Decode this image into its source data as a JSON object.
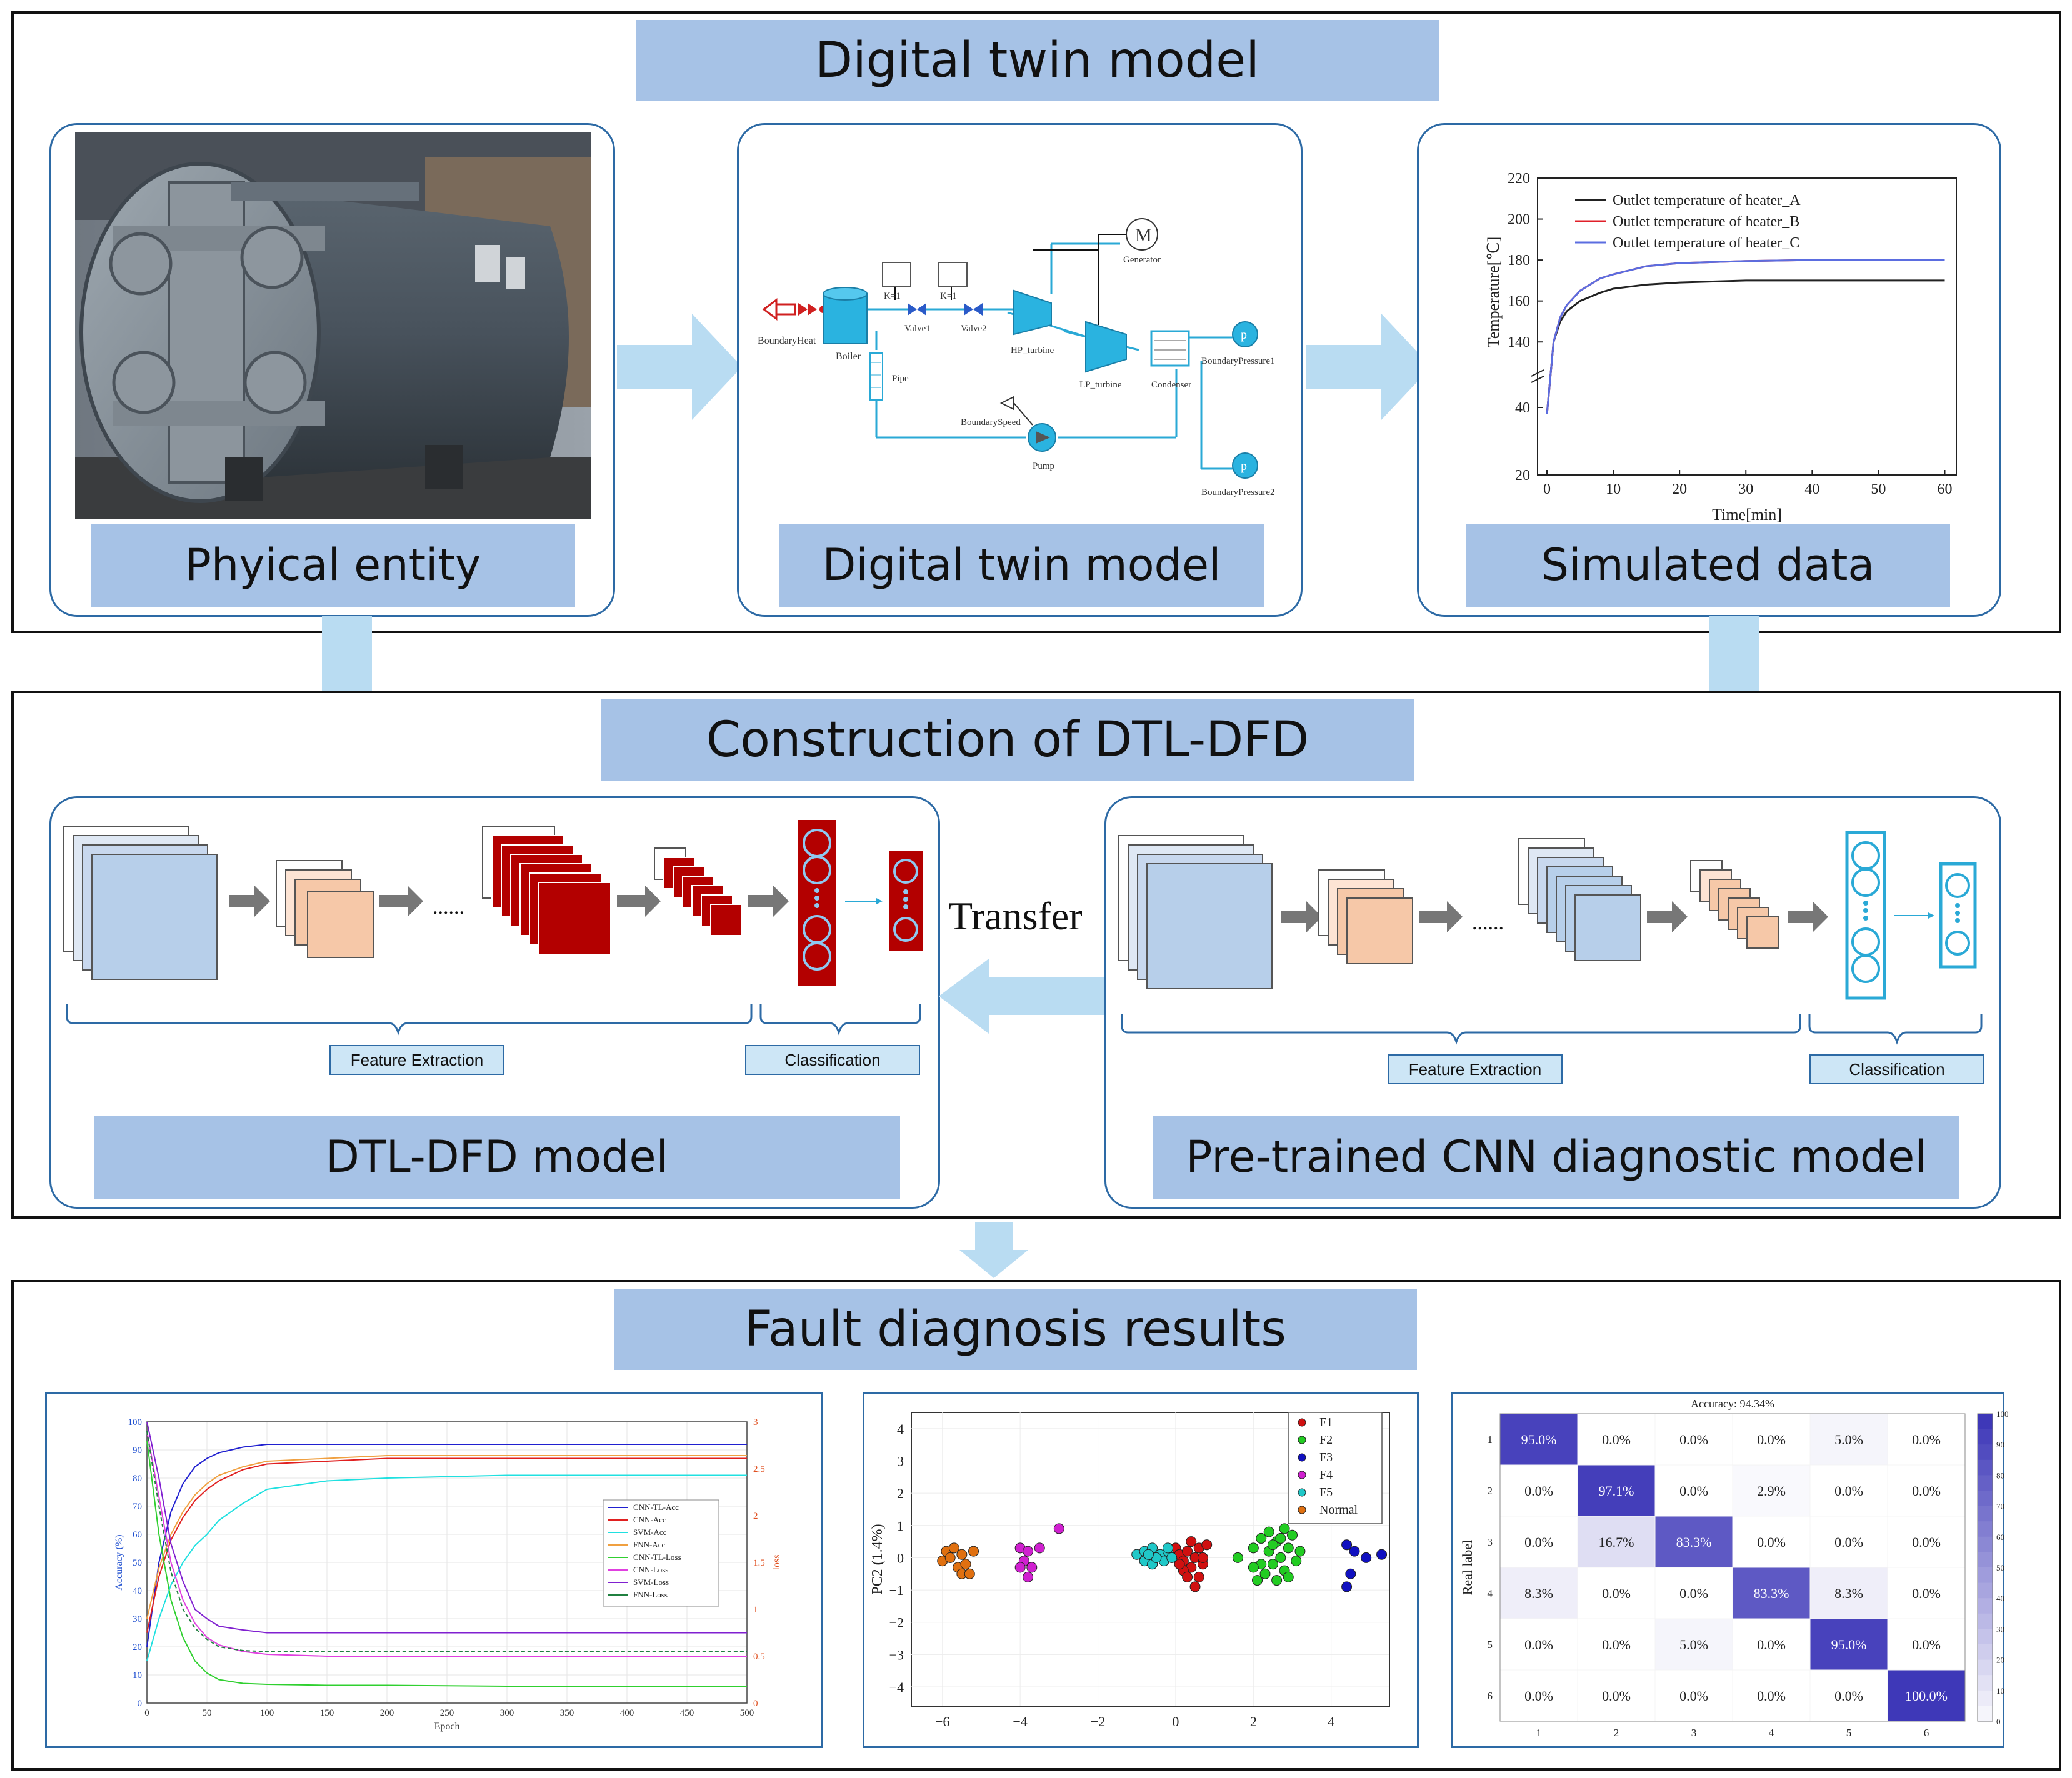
{
  "top": {
    "title": "Digital twin model",
    "cards": {
      "physical": {
        "label": "Phyical entity"
      },
      "model": {
        "label": "Digital twin model",
        "components": {
          "boundary_heat": "BoundaryHeat",
          "boiler": "Boiler",
          "valve1": "Valve1",
          "valve2": "Valve2",
          "k1a": "K=1",
          "k1b": "K=1",
          "hp_turbine": "HP_turbine",
          "lp_turbine": "LP_turbine",
          "generator": "Generator",
          "generator_symbol": "M",
          "pipe": "Pipe",
          "condenser": "Condenser",
          "pump": "Pump",
          "boundary_speed": "BoundarySpeed",
          "boundary_pressure1": "BoundaryPressure1",
          "boundary_pressure2": "BoundaryPressure2",
          "p_symbol": "p"
        }
      },
      "simulated": {
        "label": "Simulated data"
      }
    }
  },
  "middle": {
    "title": "Construction of DTL-DFD",
    "transfer": "Transfer",
    "left": {
      "label": "DTL-DFD model",
      "feature": "Feature Extraction",
      "classification": "Classification",
      "dots": "......"
    },
    "right": {
      "label": "Pre-trained CNN diagnostic model",
      "feature": "Feature Extraction",
      "classification": "Classification",
      "dots": "......"
    }
  },
  "bottom": {
    "title": "Fault diagnosis results"
  },
  "colors": {
    "banner": "#a6c2e6",
    "card_border": "#2d6aa5",
    "arrow": "#b9dcf2",
    "dark_red": "#b30000",
    "peach": "#f6c8a8",
    "light_blue": "#b7cfea",
    "cyan": "#2aa9d6"
  },
  "chart_data": [
    {
      "type": "line",
      "xlabel": "Time[min]",
      "ylabel": "Temperature[℃]",
      "x_ticks": [
        "0",
        "10",
        "20",
        "30",
        "40",
        "50",
        "60"
      ],
      "y_ticks": [
        "20",
        "40",
        "140",
        "160",
        "180",
        "200",
        "220"
      ],
      "xlim": [
        0,
        60
      ],
      "series": [
        {
          "name": "Outlet temperature of heater_A",
          "color": "#222222",
          "x": [
            0,
            1,
            2,
            3,
            5,
            8,
            10,
            15,
            20,
            30,
            40,
            50,
            60
          ],
          "y": [
            38,
            140,
            150,
            155,
            160,
            164,
            166,
            168,
            169,
            170,
            170,
            170,
            170
          ]
        },
        {
          "name": "Outlet temperature of heater_B",
          "color": "#e0202a",
          "x": [
            0,
            1,
            2,
            3,
            5,
            8,
            10,
            15,
            20,
            30,
            40,
            50,
            60
          ],
          "y": [
            38,
            140,
            152,
            158,
            165,
            171,
            173,
            177,
            178.5,
            179.5,
            180,
            180,
            180
          ]
        },
        {
          "name": "Outlet temperature of heater_C",
          "color": "#5b6de0",
          "x": [
            0,
            1,
            2,
            3,
            5,
            8,
            10,
            15,
            20,
            30,
            40,
            50,
            60
          ],
          "y": [
            38,
            140,
            152,
            158,
            165,
            171,
            173,
            177,
            178.5,
            179.5,
            180,
            180,
            180
          ]
        }
      ]
    },
    {
      "type": "line",
      "xlabel": "Epoch",
      "ylabel": "Accuracy (%)",
      "y2label": "loss",
      "x_ticks": [
        "0",
        "50",
        "100",
        "150",
        "200",
        "250",
        "300",
        "350",
        "400",
        "450",
        "500"
      ],
      "y_ticks": [
        "0",
        "10",
        "20",
        "30",
        "40",
        "50",
        "60",
        "70",
        "80",
        "90",
        "100"
      ],
      "y2_ticks": [
        "0",
        "0.5",
        "1",
        "1.5",
        "2",
        "2.5",
        "3"
      ],
      "xlim": [
        0,
        500
      ],
      "ylim": [
        0,
        100
      ],
      "y2lim": [
        0,
        3
      ],
      "series": [
        {
          "name": "CNN-TL-Acc",
          "color": "#2020d0",
          "axis": "left",
          "x": [
            0,
            10,
            20,
            30,
            40,
            50,
            60,
            80,
            100,
            150,
            200,
            300,
            400,
            500
          ],
          "y": [
            20,
            50,
            68,
            78,
            84,
            87,
            89,
            91,
            92,
            92,
            92,
            92,
            92,
            92
          ]
        },
        {
          "name": "CNN-Acc",
          "color": "#e02020",
          "axis": "left",
          "x": [
            0,
            10,
            20,
            30,
            40,
            50,
            60,
            80,
            100,
            150,
            200,
            300,
            400,
            500
          ],
          "y": [
            25,
            45,
            58,
            66,
            72,
            76,
            79,
            83,
            85,
            86,
            87,
            87,
            87,
            87
          ]
        },
        {
          "name": "SVM-Acc",
          "color": "#20e0e0",
          "axis": "left",
          "x": [
            0,
            10,
            20,
            30,
            40,
            50,
            60,
            80,
            100,
            150,
            200,
            300,
            400,
            500
          ],
          "y": [
            15,
            30,
            42,
            50,
            56,
            60,
            65,
            71,
            76,
            79,
            80,
            81,
            81,
            81
          ]
        },
        {
          "name": "FNN-Acc",
          "color": "#f0a040",
          "axis": "left",
          "x": [
            0,
            10,
            20,
            30,
            40,
            50,
            60,
            80,
            100,
            150,
            200,
            300,
            400,
            500
          ],
          "y": [
            30,
            48,
            60,
            68,
            74,
            78,
            81,
            84,
            86,
            87,
            88,
            88,
            88,
            88
          ]
        },
        {
          "name": "CNN-TL-Loss",
          "color": "#30d030",
          "axis": "right",
          "x": [
            0,
            10,
            20,
            30,
            40,
            50,
            60,
            80,
            100,
            150,
            200,
            300,
            400,
            500
          ],
          "y": [
            2.8,
            1.8,
            1.1,
            0.7,
            0.45,
            0.32,
            0.25,
            0.21,
            0.2,
            0.19,
            0.19,
            0.18,
            0.18,
            0.18
          ]
        },
        {
          "name": "CNN-Loss",
          "color": "#e040e0",
          "axis": "right",
          "x": [
            0,
            10,
            20,
            30,
            40,
            50,
            60,
            80,
            100,
            150,
            200,
            300,
            400,
            500
          ],
          "y": [
            2.9,
            2.2,
            1.5,
            1.1,
            0.85,
            0.7,
            0.62,
            0.55,
            0.52,
            0.5,
            0.5,
            0.5,
            0.5,
            0.5
          ]
        },
        {
          "name": "SVM-Loss",
          "color": "#8020d0",
          "axis": "right",
          "x": [
            0,
            10,
            20,
            30,
            40,
            50,
            60,
            80,
            100,
            150,
            200,
            300,
            400,
            500
          ],
          "y": [
            3.0,
            2.4,
            1.7,
            1.3,
            1.0,
            0.9,
            0.82,
            0.78,
            0.75,
            0.75,
            0.75,
            0.75,
            0.75,
            0.75
          ]
        },
        {
          "name": "FNN-Loss",
          "color": "#208040",
          "axis": "right",
          "x": [
            0,
            10,
            20,
            30,
            40,
            50,
            60,
            80,
            100,
            150,
            200,
            300,
            400,
            500
          ],
          "y": [
            2.9,
            2.1,
            1.4,
            1.0,
            0.8,
            0.68,
            0.6,
            0.56,
            0.55,
            0.55,
            0.55,
            0.55,
            0.55,
            0.55
          ]
        }
      ]
    },
    {
      "type": "scatter",
      "ylabel": "PC2 (1.4%)",
      "x_ticks": [
        "−6",
        "−4",
        "−2",
        "0",
        "2",
        "4"
      ],
      "y_ticks": [
        "−4",
        "−3",
        "−2",
        "−1",
        "0",
        "1",
        "2",
        "3",
        "4"
      ],
      "xlim": [
        -6.8,
        5.5
      ],
      "ylim": [
        -4.6,
        4.5
      ],
      "series": [
        {
          "name": "F1",
          "color": "#d01010",
          "points": [
            [
              0.0,
              0.3
            ],
            [
              0.1,
              0.1
            ],
            [
              0.2,
              -0.1
            ],
            [
              0.3,
              0.2
            ],
            [
              0.4,
              -0.3
            ],
            [
              0.5,
              0.0
            ],
            [
              0.6,
              0.3
            ],
            [
              0.4,
              0.5
            ],
            [
              0.2,
              -0.4
            ],
            [
              0.7,
              -0.2
            ],
            [
              0.6,
              -0.6
            ],
            [
              0.5,
              -0.9
            ],
            [
              0.3,
              -0.6
            ],
            [
              0.1,
              -0.2
            ],
            [
              0.8,
              0.4
            ],
            [
              0.7,
              0.0
            ]
          ]
        },
        {
          "name": "F2",
          "color": "#22cc22",
          "points": [
            [
              1.6,
              0.0
            ],
            [
              2.0,
              0.3
            ],
            [
              2.2,
              0.6
            ],
            [
              2.4,
              0.2
            ],
            [
              2.5,
              -0.2
            ],
            [
              2.6,
              0.5
            ],
            [
              2.7,
              0.0
            ],
            [
              2.8,
              -0.4
            ],
            [
              2.9,
              0.3
            ],
            [
              3.0,
              0.7
            ],
            [
              3.1,
              -0.1
            ],
            [
              2.3,
              -0.5
            ],
            [
              2.1,
              -0.7
            ],
            [
              2.6,
              -0.7
            ],
            [
              2.4,
              0.8
            ],
            [
              2.8,
              0.9
            ],
            [
              3.2,
              0.2
            ],
            [
              2.2,
              -0.2
            ],
            [
              2.0,
              -0.3
            ],
            [
              2.5,
              0.4
            ],
            [
              2.9,
              -0.6
            ],
            [
              2.7,
              0.6
            ]
          ]
        },
        {
          "name": "F3",
          "color": "#1010c0",
          "points": [
            [
              4.4,
              0.4
            ],
            [
              4.6,
              0.2
            ],
            [
              4.5,
              -0.5
            ],
            [
              4.4,
              -0.9
            ],
            [
              4.9,
              0.0
            ],
            [
              5.3,
              0.1
            ]
          ]
        },
        {
          "name": "F4",
          "color": "#d020d0",
          "points": [
            [
              -4.0,
              0.3
            ],
            [
              -3.8,
              0.2
            ],
            [
              -3.5,
              0.3
            ],
            [
              -3.9,
              -0.1
            ],
            [
              -3.7,
              -0.3
            ],
            [
              -4.0,
              -0.3
            ],
            [
              -3.8,
              -0.6
            ],
            [
              -3.0,
              0.9
            ]
          ]
        },
        {
          "name": "F5",
          "color": "#20c8c8",
          "points": [
            [
              -1.0,
              0.1
            ],
            [
              -0.8,
              0.2
            ],
            [
              -0.6,
              0.3
            ],
            [
              -0.4,
              0.1
            ],
            [
              -0.2,
              0.2
            ],
            [
              -0.8,
              -0.1
            ],
            [
              -0.6,
              -0.2
            ],
            [
              -0.3,
              -0.1
            ],
            [
              -0.1,
              0.0
            ],
            [
              -0.5,
              0.0
            ],
            [
              -0.7,
              0.1
            ],
            [
              -0.2,
              0.3
            ]
          ]
        },
        {
          "name": "Normal",
          "color": "#e07010",
          "points": [
            [
              -6.0,
              -0.1
            ],
            [
              -5.9,
              0.2
            ],
            [
              -5.8,
              0.0
            ],
            [
              -5.7,
              0.3
            ],
            [
              -5.6,
              -0.3
            ],
            [
              -5.5,
              0.1
            ],
            [
              -5.5,
              -0.5
            ],
            [
              -5.4,
              -0.2
            ],
            [
              -5.3,
              -0.5
            ],
            [
              -5.2,
              0.2
            ]
          ]
        }
      ]
    },
    {
      "type": "heatmap",
      "title": "Accuracy: 94.34%",
      "ylabel": "Real label",
      "categories": [
        "1",
        "2",
        "3",
        "4",
        "5",
        "6"
      ],
      "colorbar_ticks": [
        "0",
        "10",
        "20",
        "30",
        "40",
        "50",
        "60",
        "70",
        "80",
        "90",
        "100"
      ],
      "values": [
        [
          95.0,
          0.0,
          0.0,
          0.0,
          5.0,
          0.0
        ],
        [
          0.0,
          97.1,
          0.0,
          2.9,
          0.0,
          0.0
        ],
        [
          0.0,
          16.7,
          83.3,
          0.0,
          0.0,
          0.0
        ],
        [
          8.3,
          0.0,
          0.0,
          83.3,
          8.3,
          0.0
        ],
        [
          0.0,
          0.0,
          5.0,
          0.0,
          95.0,
          0.0
        ],
        [
          0.0,
          0.0,
          0.0,
          0.0,
          0.0,
          100.0
        ]
      ],
      "labels": [
        [
          "95.0%",
          "0.0%",
          "0.0%",
          "0.0%",
          "5.0%",
          "0.0%"
        ],
        [
          "0.0%",
          "97.1%",
          "0.0%",
          "2.9%",
          "0.0%",
          "0.0%"
        ],
        [
          "0.0%",
          "16.7%",
          "83.3%",
          "0.0%",
          "0.0%",
          "0.0%"
        ],
        [
          "8.3%",
          "0.0%",
          "0.0%",
          "83.3%",
          "8.3%",
          "0.0%"
        ],
        [
          "0.0%",
          "0.0%",
          "5.0%",
          "0.0%",
          "95.0%",
          "0.0%"
        ],
        [
          "0.0%",
          "0.0%",
          "0.0%",
          "0.0%",
          "0.0%",
          "100.0%"
        ]
      ]
    }
  ]
}
